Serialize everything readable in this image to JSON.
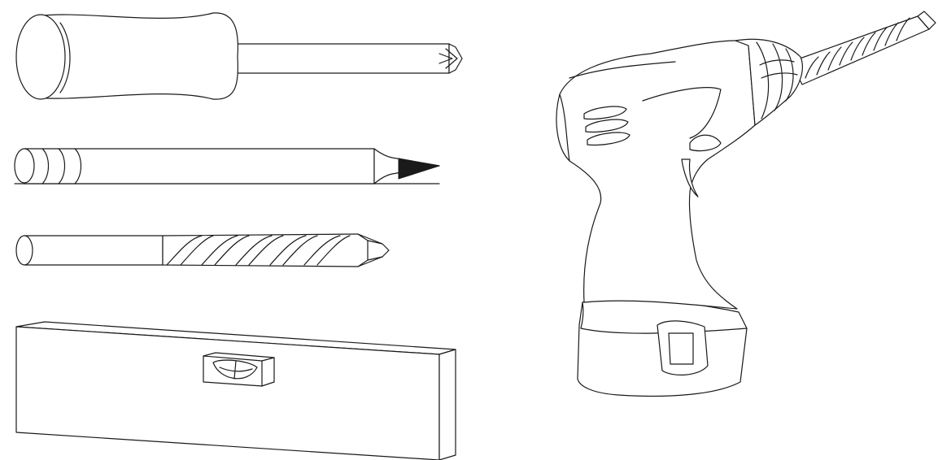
{
  "illustration": {
    "tools": [
      {
        "id": "screwdriver",
        "icon": "screwdriver-icon"
      },
      {
        "id": "pencil",
        "icon": "pencil-icon"
      },
      {
        "id": "drill-bit",
        "icon": "drill-bit-icon"
      },
      {
        "id": "spirit-level",
        "icon": "spirit-level-icon"
      },
      {
        "id": "cordless-drill",
        "icon": "cordless-drill-icon"
      }
    ],
    "colors": {
      "line": "#1a1a1a",
      "background": "#ffffff"
    }
  }
}
